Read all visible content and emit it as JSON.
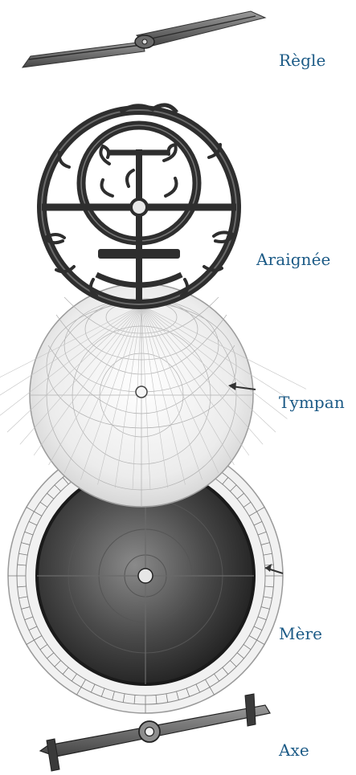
{
  "parts": [
    {
      "id": "regle",
      "label": "Règle"
    },
    {
      "id": "araignee",
      "label": "Araignée"
    },
    {
      "id": "tympan",
      "label": "Tympan"
    },
    {
      "id": "mere",
      "label": "Mère"
    },
    {
      "id": "axe",
      "label": "Axe"
    }
  ],
  "colors": {
    "label": "#1b5a86",
    "metal_dark": "#2e2e2e",
    "metal_mid": "#5c5c5c",
    "plate_light": "#ececec",
    "plate_dark": "#3a3a3a"
  }
}
